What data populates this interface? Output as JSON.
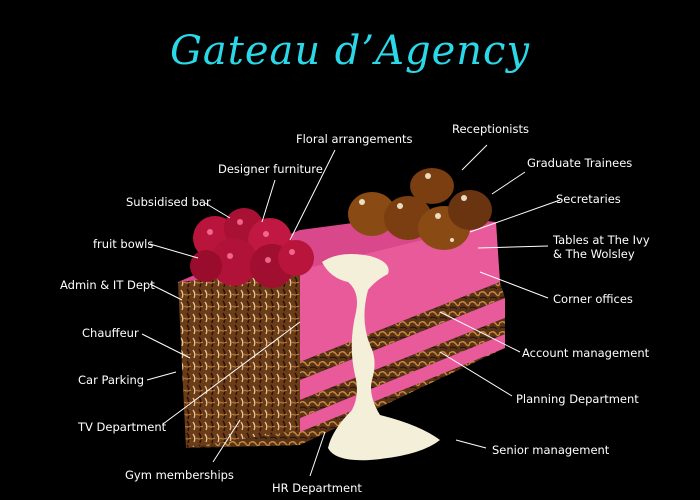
{
  "title": "Gateau d’Agency",
  "labels": {
    "floral": "Floral arrangements",
    "receptionists": "Receptionists",
    "designer": "Designer furniture",
    "graduate": "Graduate Trainees",
    "subsidised": "Subsidised bar",
    "secretaries": "Secretaries",
    "fruit": "fruit bowls",
    "tables1": "Tables at The Ivy",
    "tables2": "& The Wolsley",
    "admin": "Admin & IT Dept",
    "corner": "Corner offices",
    "chauffeur": "Chauffeur",
    "account": "Account management",
    "parking": "Car Parking",
    "planning": "Planning Department",
    "tv": "TV Department",
    "senior": "Senior management",
    "gym": "Gym memberships",
    "hr": "HR Department"
  },
  "colors": {
    "title": "#2ad8e8",
    "background": "#000000",
    "sponge": "#e85a9a",
    "chocolate": "#5a3418",
    "raspberry": "#b8143c",
    "cream": "#f4efd8",
    "profiterole": "#8a4a14"
  }
}
